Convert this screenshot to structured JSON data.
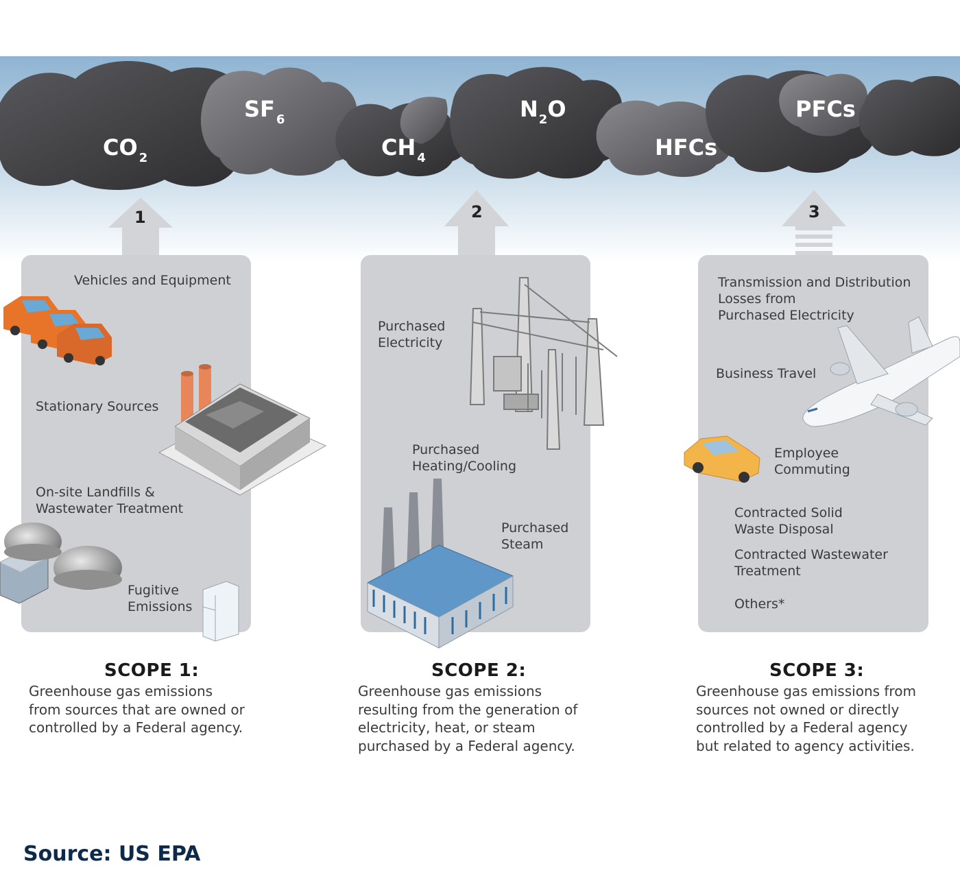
{
  "gases": {
    "co2": {
      "main": "CO",
      "sub": "2"
    },
    "sf6": {
      "main": "SF",
      "sub": "6"
    },
    "ch4": {
      "main": "CH",
      "sub": "4"
    },
    "n2o": {
      "main": "N",
      "sub": "2",
      "tail": "O"
    },
    "hfcs": {
      "main": "HFCs"
    },
    "pfcs": {
      "main": "PFCs"
    }
  },
  "arrows": {
    "one": "1",
    "two": "2",
    "three": "3"
  },
  "scope1": {
    "labels": {
      "vehicles": "Vehicles and Equipment",
      "stationary": "Stationary Sources",
      "landfills": "On-site Landfills &\nWastewater Treatment",
      "fugitive": "Fugitive\nEmissions"
    },
    "title": "SCOPE 1:",
    "description": "Greenhouse gas emissions\nfrom sources that are owned or\ncontrolled by a Federal agency."
  },
  "scope2": {
    "labels": {
      "electricity": "Purchased\nElectricity",
      "heating": "Purchased\nHeating/Cooling",
      "steam": "Purchased\nSteam"
    },
    "title": "SCOPE 2:",
    "description": "Greenhouse gas emissions\nresulting from the generation of\nelectricity, heat, or steam\npurchased by a Federal agency."
  },
  "scope3": {
    "labels": {
      "transmission": "Transmission and Distribution\nLosses from\nPurchased Electricity",
      "travel": "Business Travel",
      "commuting": "Employee\nCommuting",
      "solid_waste": "Contracted Solid\nWaste Disposal",
      "wastewater": "Contracted Wastewater\nTreatment",
      "others": "Others*"
    },
    "title": "SCOPE 3:",
    "description": "Greenhouse gas emissions from\nsources not owned or directly\ncontrolled by a Federal agency\nbut related to agency activities."
  },
  "source": "Source: US EPA",
  "colors": {
    "sky_top": "#8fb4d2",
    "sky_bottom": "#ffffff",
    "cloud_dark": "#3a3a3c",
    "cloud_mid": "#6e6e72",
    "panel": "#cfd0d4",
    "arrow": "#d3d4d8",
    "source_text": "#0d2a4a",
    "vehicle_orange": "#e8742a",
    "car_yellow": "#f3b54a",
    "factory_blue": "#4f8fbf"
  }
}
